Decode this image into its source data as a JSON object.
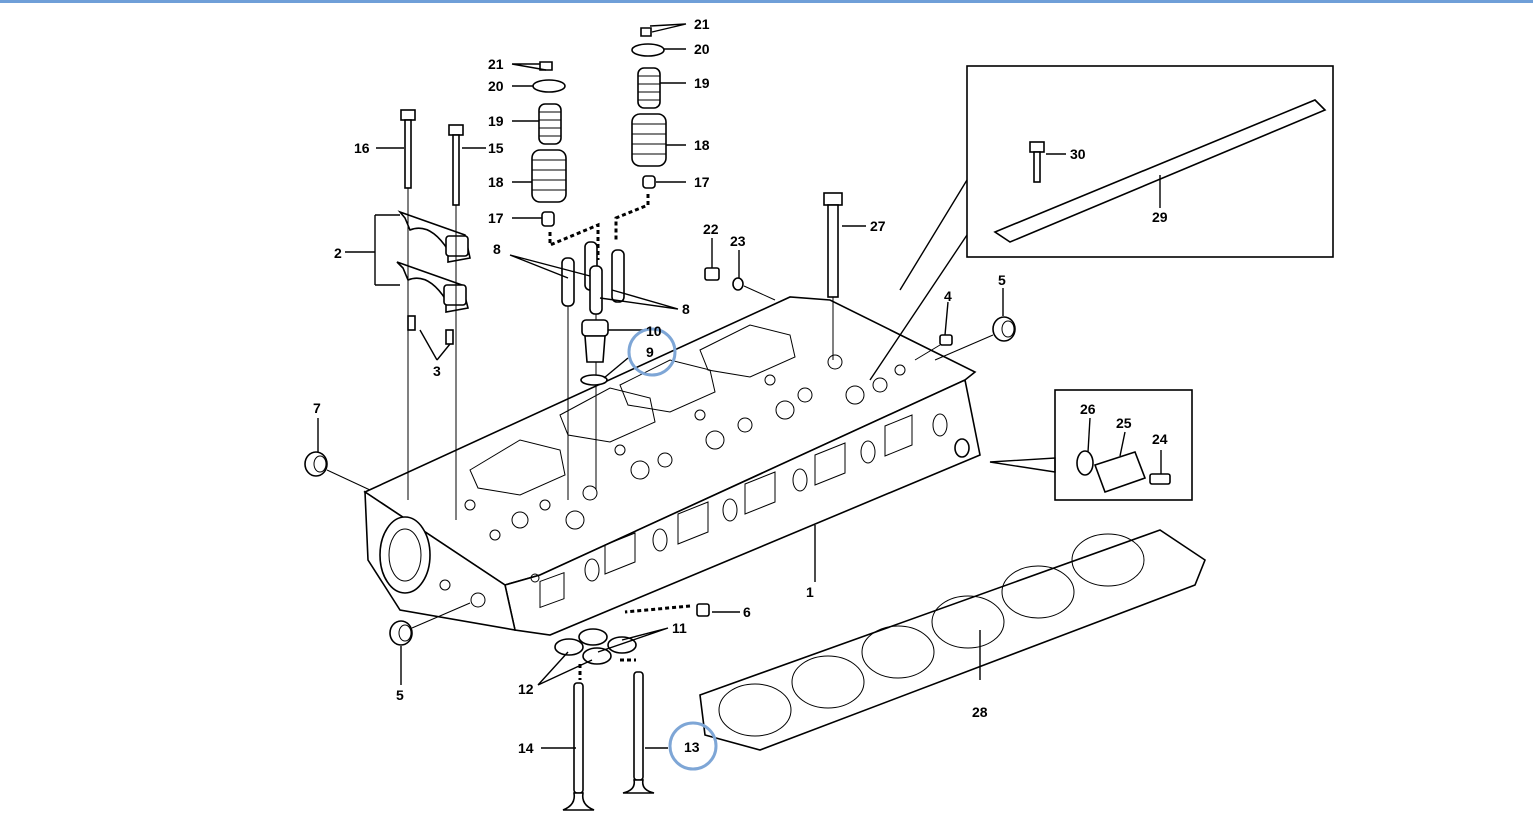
{
  "labels": {
    "l1": "1",
    "l2": "2",
    "l3": "3",
    "l4": "4",
    "l5a": "5",
    "l5b": "5",
    "l6": "6",
    "l7": "7",
    "l8a": "8",
    "l8b": "8",
    "l9": "9",
    "l10": "10",
    "l11": "11",
    "l12": "12",
    "l13": "13",
    "l14": "14",
    "l15": "15",
    "l16": "16",
    "l17a": "17",
    "l17b": "17",
    "l18a": "18",
    "l18b": "18",
    "l19a": "19",
    "l19b": "19",
    "l20a": "20",
    "l20b": "20",
    "l21a": "21",
    "l21b": "21",
    "l22": "22",
    "l23": "23",
    "l24": "24",
    "l25": "25",
    "l26": "26",
    "l27": "27",
    "l28": "28",
    "l29": "29",
    "l30": "30"
  },
  "highlighted_items": [
    "9",
    "13"
  ],
  "colors": {
    "highlight": "#7ea6d6",
    "topbar": "#6f9fd8",
    "line": "#000000"
  }
}
